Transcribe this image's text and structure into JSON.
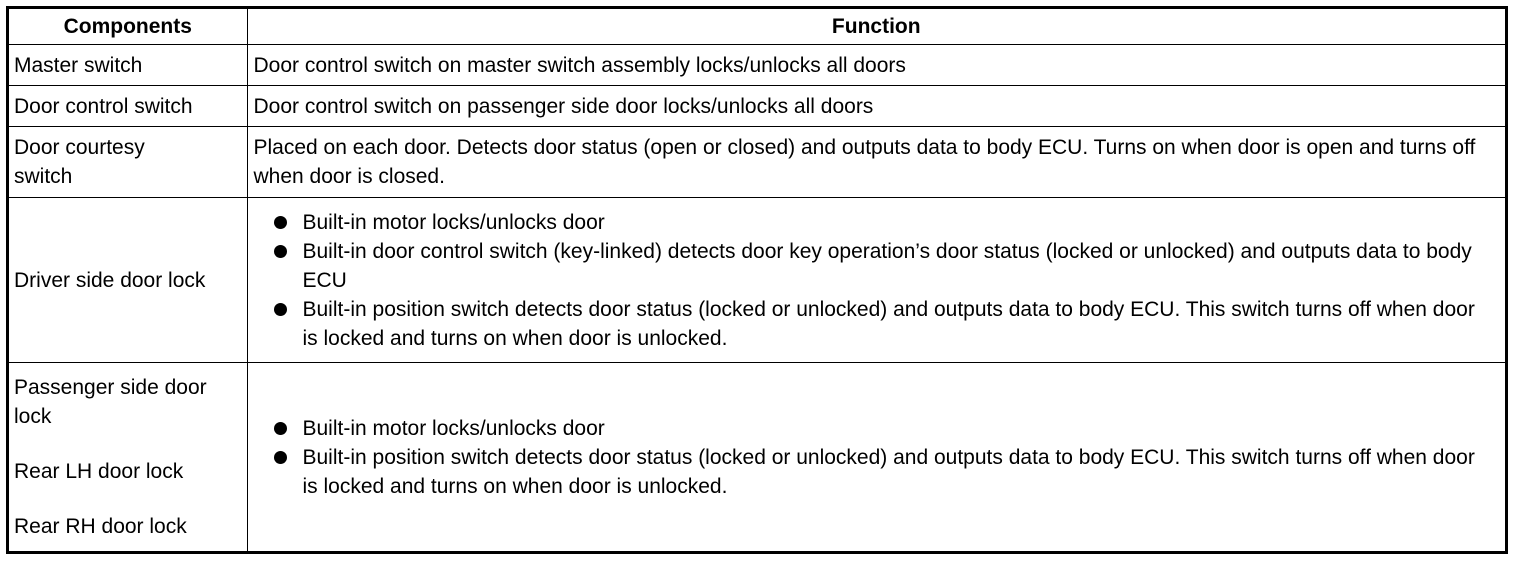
{
  "table": {
    "headers": [
      "Components",
      "Function"
    ],
    "rows": [
      {
        "component": "Master switch",
        "function": "Door control switch on master switch assembly locks/unlocks all doors"
      },
      {
        "component": "Door control switch",
        "function": "Door control switch on passenger side door locks/unlocks all doors"
      },
      {
        "component": "Door courtesy switch",
        "function": "Placed on each door. Detects door status (open or closed) and outputs data to body ECU. Turns on when door is open and turns off when door is closed."
      },
      {
        "component": "Driver side door lock",
        "bullets": [
          "Built-in motor locks/unlocks door",
          "Built-in door control switch (key-linked) detects door key operation’s door status (locked or unlocked) and outputs data to body ECU",
          "Built-in position switch detects door status (locked or unlocked) and outputs data to body ECU. This switch turns off when door is locked and turns on when door is unlocked."
        ]
      },
      {
        "components": [
          "Passenger side door lock",
          "Rear LH door lock",
          "Rear RH door lock"
        ],
        "bullets": [
          "Built-in motor locks/unlocks door",
          "Built-in position switch detects door status (locked or unlocked) and outputs data to body ECU. This switch turns off when door is locked and turns on when door is unlocked."
        ]
      }
    ]
  }
}
